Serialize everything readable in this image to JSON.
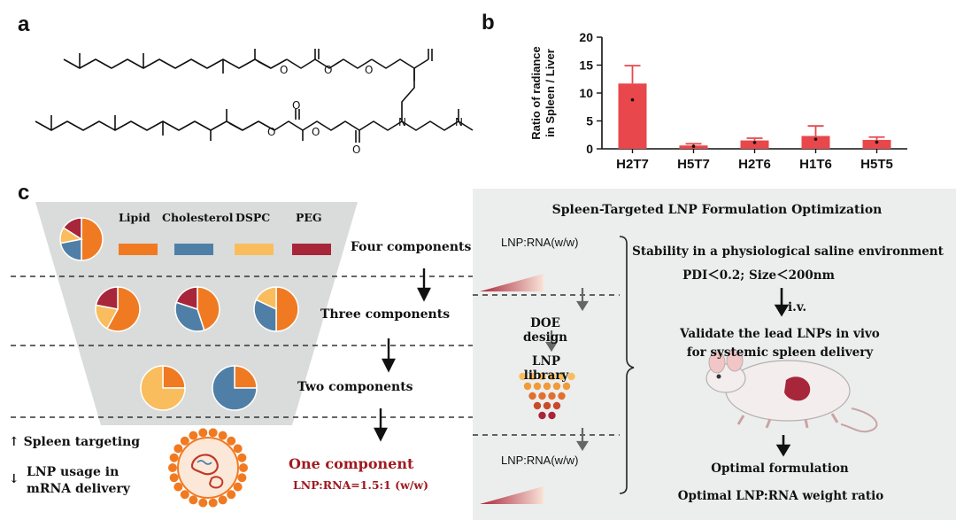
{
  "panels": {
    "a": "a",
    "b": "b",
    "c": "c"
  },
  "chart_data": {
    "type": "bar",
    "categories": [
      "H2T7",
      "H5T7",
      "H2T6",
      "H1T6",
      "H5T5"
    ],
    "values": [
      11.7,
      0.6,
      1.5,
      2.3,
      1.6
    ],
    "errors": [
      3.2,
      0.3,
      0.4,
      1.8,
      0.5
    ],
    "ylabel": "Ratio of radiance in Spleen / Liver",
    "ylabel_lines": [
      "Ratio of radiance",
      "in Spleen / Liver"
    ],
    "ylim": [
      0,
      20
    ],
    "yticks": [
      "0",
      "5",
      "10",
      "15",
      "20"
    ],
    "bar_color": "#e8474b",
    "error_color": "#e8474b"
  },
  "legend": {
    "lipid": "Lipid",
    "cholesterol": "Cholesterol",
    "dspc": "DSPC",
    "peg": "PEG"
  },
  "colors": {
    "lipid": "#f07a22",
    "cholesterol": "#4f7fa6",
    "dspc": "#f9bd5e",
    "peg": "#a8263a",
    "funnel": "#d9dcdb",
    "panel_bg": "#eceeed",
    "title_red": "#a01a1f"
  },
  "funnel": {
    "four": "Four components",
    "three": "Three components",
    "two": "Two components",
    "one": "One component",
    "ratio": "LNP:RNA=1.5:1 (w/w)",
    "spleen": "Spleen targeting",
    "usage_line1": "LNP usage in",
    "usage_line2": "mRNA delivery",
    "up_arrow": "↑",
    "down_arrow": "↓"
  },
  "right": {
    "title": "Spleen-Targeted LNP Formulation Optimization",
    "lnp_rna_top": "LNP:RNA(w/w)",
    "doe": "DOE design",
    "library": "LNP library",
    "lnp_rna_bottom": "LNP:RNA(w/w)",
    "stability": "Stability in a physiological saline environment",
    "pdi": "PDI＜0.2; Size＜200nm",
    "iv": "i.v.",
    "validate_line1": "Validate the lead LNPs in vivo",
    "validate_line2": "for systemic spleen delivery",
    "optimal_formulation": "Optimal formulation",
    "optimal_ratio": "Optimal LNP:RNA weight ratio"
  }
}
